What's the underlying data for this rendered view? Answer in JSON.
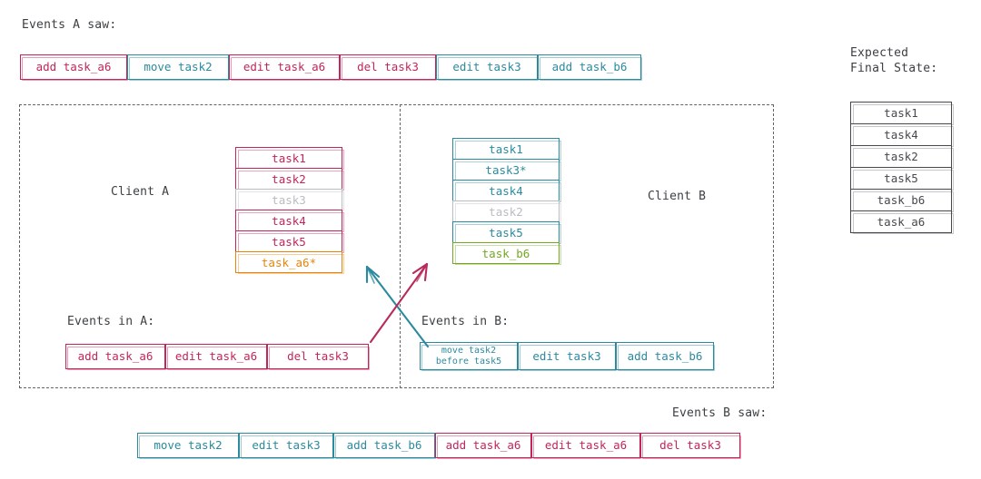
{
  "diagram": {
    "title_a_saw": "Events A saw:",
    "title_b_saw": "Events B saw:",
    "client_a_label": "Client A",
    "client_b_label": "Client B",
    "events_in_a_label": "Events in A:",
    "events_in_b_label": "Events in B:",
    "expected_label_line1": "Expected",
    "expected_label_line2": "Final State:"
  },
  "colors": {
    "pink": "#c2255c",
    "teal": "#2b8a9e",
    "grey": "#b9bcc0",
    "orange": "#e8840c",
    "green": "#74a822",
    "dark": "#46484c",
    "dashed": "#5f6368",
    "background": "#ffffff"
  },
  "events_a_saw": [
    {
      "label": "add task_a6",
      "color": "pink"
    },
    {
      "label": "move task2",
      "color": "teal"
    },
    {
      "label": "edit task_a6",
      "color": "pink"
    },
    {
      "label": "del task3",
      "color": "pink"
    },
    {
      "label": "edit task3",
      "color": "teal"
    },
    {
      "label": "add task_b6",
      "color": "teal"
    }
  ],
  "events_b_saw": [
    {
      "label": "move task2",
      "color": "teal"
    },
    {
      "label": "edit task3",
      "color": "teal"
    },
    {
      "label": "add task_b6",
      "color": "teal"
    },
    {
      "label": "add task_a6",
      "color": "pink"
    },
    {
      "label": "edit task_a6",
      "color": "pink"
    },
    {
      "label": "del task3",
      "color": "pink"
    }
  ],
  "events_in_a": [
    {
      "label": "add task_a6",
      "color": "pink"
    },
    {
      "label": "edit task_a6",
      "color": "pink"
    },
    {
      "label": "del task3",
      "color": "pink"
    }
  ],
  "events_in_b": [
    {
      "label": "move task2\nbefore task5",
      "color": "teal",
      "lines": 2
    },
    {
      "label": "edit task3",
      "color": "teal"
    },
    {
      "label": "add task_b6",
      "color": "teal"
    }
  ],
  "client_a_tasks": [
    {
      "label": "task1",
      "color": "pink"
    },
    {
      "label": "task2",
      "color": "pink"
    },
    {
      "label": "task3",
      "color": "grey"
    },
    {
      "label": "task4",
      "color": "pink"
    },
    {
      "label": "task5",
      "color": "pink"
    },
    {
      "label": "task_a6*",
      "color": "orange"
    }
  ],
  "client_b_tasks": [
    {
      "label": "task1",
      "color": "teal"
    },
    {
      "label": "task3*",
      "color": "teal"
    },
    {
      "label": "task4",
      "color": "teal"
    },
    {
      "label": "task2",
      "color": "grey"
    },
    {
      "label": "task5",
      "color": "teal"
    },
    {
      "label": "task_b6",
      "color": "green"
    }
  ],
  "expected_final_state": [
    {
      "label": "task1",
      "color": "dark"
    },
    {
      "label": "task4",
      "color": "dark"
    },
    {
      "label": "task2",
      "color": "dark"
    },
    {
      "label": "task5",
      "color": "dark"
    },
    {
      "label": "task_b6",
      "color": "dark"
    },
    {
      "label": "task_a6",
      "color": "dark"
    }
  ],
  "arrows": [
    {
      "name": "arrow-b-to-a",
      "color": "teal",
      "direction": "up-left"
    },
    {
      "name": "arrow-a-to-b",
      "color": "pink",
      "direction": "up-right"
    }
  ]
}
